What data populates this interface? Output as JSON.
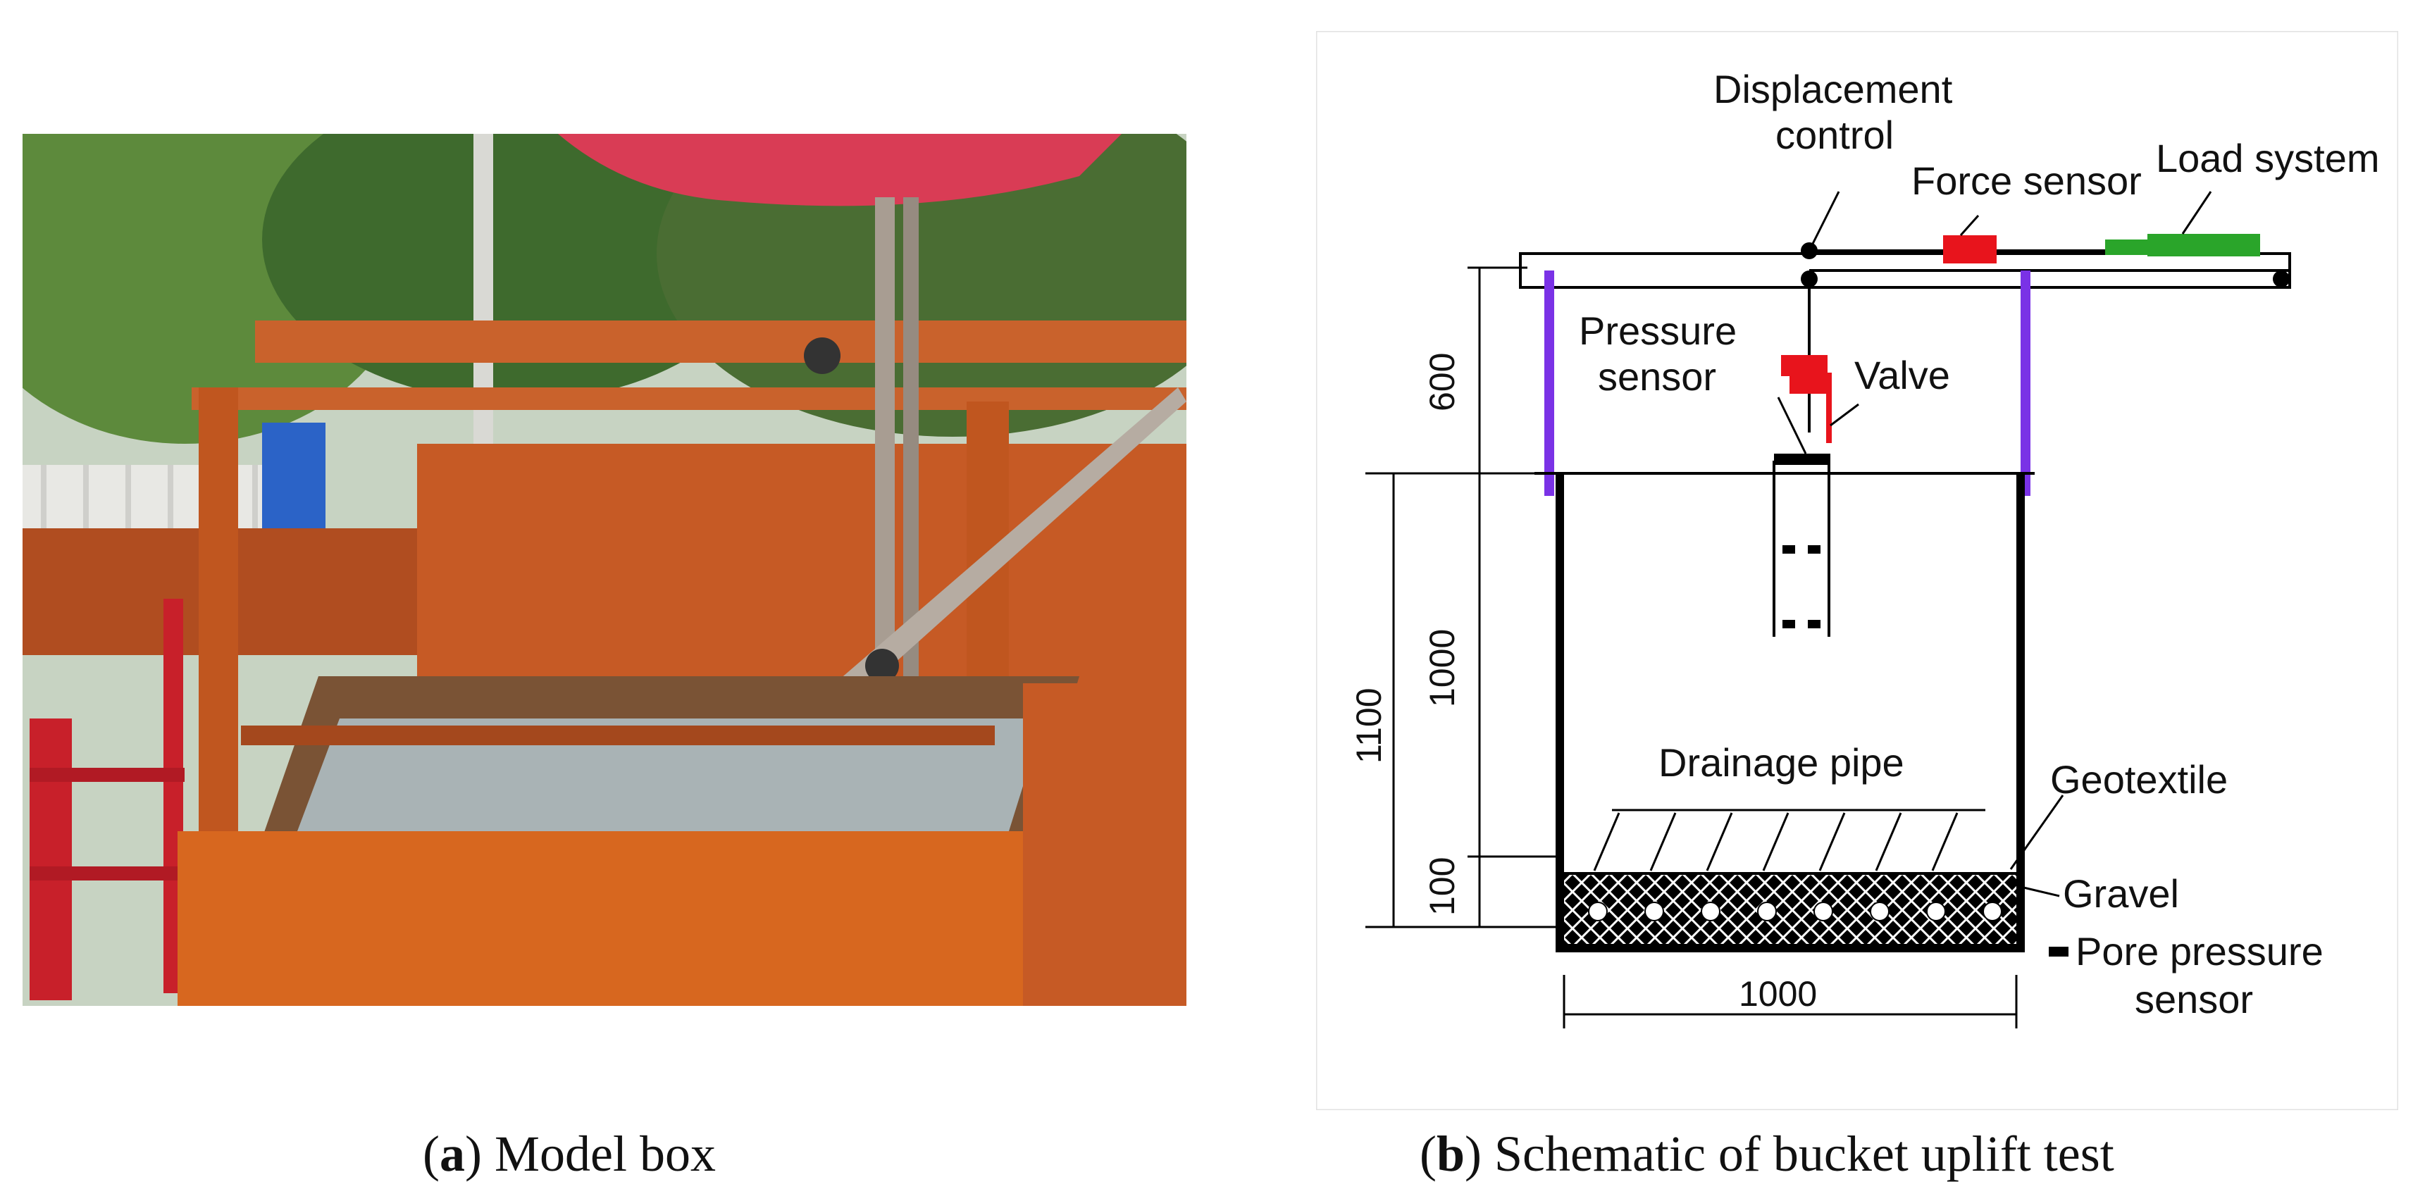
{
  "captions": {
    "a_letter": "a",
    "a_text": " Model box",
    "b_letter": "b",
    "b_text": " Schematic of bucket uplift test"
  },
  "schematic": {
    "labels": {
      "displacement_1": "Displacement",
      "displacement_2": "control",
      "force_sensor": "Force sensor",
      "load_system": "Load system",
      "pressure_1": "Pressure",
      "pressure_2": "sensor",
      "valve": "Valve",
      "drainage_pipe": "Drainage pipe",
      "geotextile": "Geotextile",
      "gravel": "Gravel",
      "pore_1": "Pore pressure",
      "pore_2": "sensor"
    },
    "dims": {
      "d600": "600",
      "d1000v": "1000",
      "d1100": "1100",
      "d100": "100",
      "d1000h": "1000"
    },
    "colors": {
      "red": "#e8141c",
      "green": "#2aa52a",
      "purple": "#7a32e6",
      "black": "#000000"
    }
  }
}
